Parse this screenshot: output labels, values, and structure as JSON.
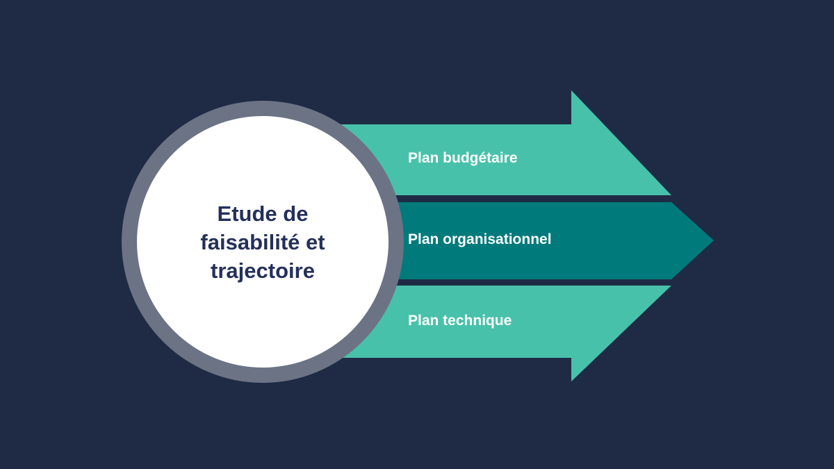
{
  "center": {
    "title": "Etude de faisabilité et trajectoire"
  },
  "arrows": [
    {
      "label": "Plan budgétaire",
      "color": "#48c1aa"
    },
    {
      "label": "Plan organisationnel",
      "color": "#017a7c"
    },
    {
      "label": "Plan technique",
      "color": "#48c1aa"
    }
  ],
  "colors": {
    "background": "#1f2b45",
    "ring": "#6b7385",
    "circle": "#ffffff",
    "title_text": "#24305a",
    "arrow_text": "#ffffff"
  }
}
